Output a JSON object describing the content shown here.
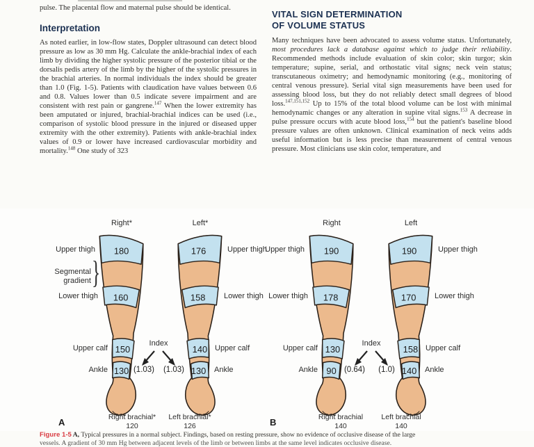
{
  "columns": {
    "left": {
      "para1": "pulse. The placental flow and maternal pulse should be identical.",
      "heading": "Interpretation",
      "para2_runs": [
        {
          "t": "As noted earlier, in low-flow states, Doppler ultrasound can detect blood pressure as low as 30 mm Hg. Calculate the ankle-brachial index of each limb by dividing the higher systolic pressure of the posterior tibial or the dorsalis pedis artery of the limb by the higher of the systolic pressures in the brachial arteries. In normal individuals the index should be greater than 1.0 (Fig. 1-5). Patients with claudication have values between 0.6 and 0.8. Values lower than 0.5 indicate severe impairment and are consistent with rest pain or gangrene."
        },
        {
          "t": "147",
          "s": "sup"
        },
        {
          "t": " When the lower extremity has been amputated or injured, brachial-brachial indices can be used (i.e., comparison of systolic blood pressure in the injured or diseased upper extremity with the other extremity). Patients with ankle-brachial index values of 0.9 or lower have increased cardiovascular morbidity and mortality."
        },
        {
          "t": "148",
          "s": "sup"
        },
        {
          "t": " One study of 323"
        }
      ]
    },
    "right": {
      "heading_line1": "VITAL SIGN DETERMINATION",
      "heading_line2": "OF VOLUME STATUS",
      "para_runs": [
        {
          "t": "Many techniques have been advocated to assess volume status. Unfortunately, "
        },
        {
          "t": "most procedures lack a database against which to judge their reliability",
          "s": "i"
        },
        {
          "t": ". Recommended methods include evaluation of skin color; skin turgor; skin temperature; supine, serial, and orthostatic vital signs; neck vein status; transcutaneous oximetry; and hemodynamic monitoring (e.g., monitoring of central venous pressure). Serial vital sign measurements have been used for assessing blood loss, but they do not reliably detect small degrees of blood loss."
        },
        {
          "t": "147,151,152",
          "s": "sup"
        },
        {
          "t": " Up to 15% of the total blood volume can be lost with minimal hemodynamic changes or any alteration in supine vital signs."
        },
        {
          "t": "153",
          "s": "sup"
        },
        {
          "t": " A decrease in pulse pressure occurs with acute blood loss,"
        },
        {
          "t": "154",
          "s": "sup"
        },
        {
          "t": " but the patient's baseline blood pressure values are often unknown. Clinical examination of neck veins adds useful information but is less precise than measurement of central venous pressure. Most clinicians use skin color, temperature, and"
        }
      ]
    }
  },
  "figure": {
    "side_labels": {
      "upper_thigh": "Upper thigh",
      "segmental_gradient_1": "Segmental",
      "segmental_gradient_2": "gradient",
      "lower_thigh": "Lower thigh",
      "upper_calf": "Upper calf",
      "ankle": "Ankle",
      "brace": "}"
    },
    "panel_a": {
      "letter": "A",
      "index_label": "Index",
      "legs": [
        {
          "header": "Right*",
          "upper_thigh": "180",
          "lower_thigh": "160",
          "upper_calf": "150",
          "ankle": "130",
          "index": "(1.03)",
          "brachial_label": "Right brachial*",
          "brachial_value": "120"
        },
        {
          "header": "Left*",
          "upper_thigh": "176",
          "lower_thigh": "158",
          "upper_calf": "140",
          "ankle": "130",
          "index": "(1.03)",
          "brachial_label": "Left brachial*",
          "brachial_value": "126"
        }
      ]
    },
    "panel_b": {
      "letter": "B",
      "index_label": "Index",
      "legs": [
        {
          "header": "Right",
          "upper_thigh": "190",
          "lower_thigh": "178",
          "upper_calf": "130",
          "ankle": "90",
          "index": "(0.64)",
          "brachial_label": "Right brachial",
          "brachial_value": "140"
        },
        {
          "header": "Left",
          "upper_thigh": "190",
          "lower_thigh": "170",
          "upper_calf": "158",
          "ankle": "140",
          "index": "(1.0)",
          "brachial_label": "Left brachial",
          "brachial_value": "140"
        }
      ]
    },
    "caption": {
      "tag": "Figure 1-5",
      "line1_runs": [
        {
          "t": " A, ",
          "s": "b"
        },
        {
          "t": "Typical pressures in a normal subject. Findings, based on resting pressure, show no evidence of occlusive disease of the large"
        }
      ],
      "line2": "vessels. A gradient of 30 mm Hg between adjacent levels of the limb or between limbs at the same level indicates occlusive disease."
    }
  },
  "colors": {
    "heading_navy": "#1c3152",
    "figure_tag_red": "#d93b42",
    "cuff_blue": "#c3e1ef",
    "skin": "#ecba8d",
    "page_background": "#fbfbf8"
  }
}
